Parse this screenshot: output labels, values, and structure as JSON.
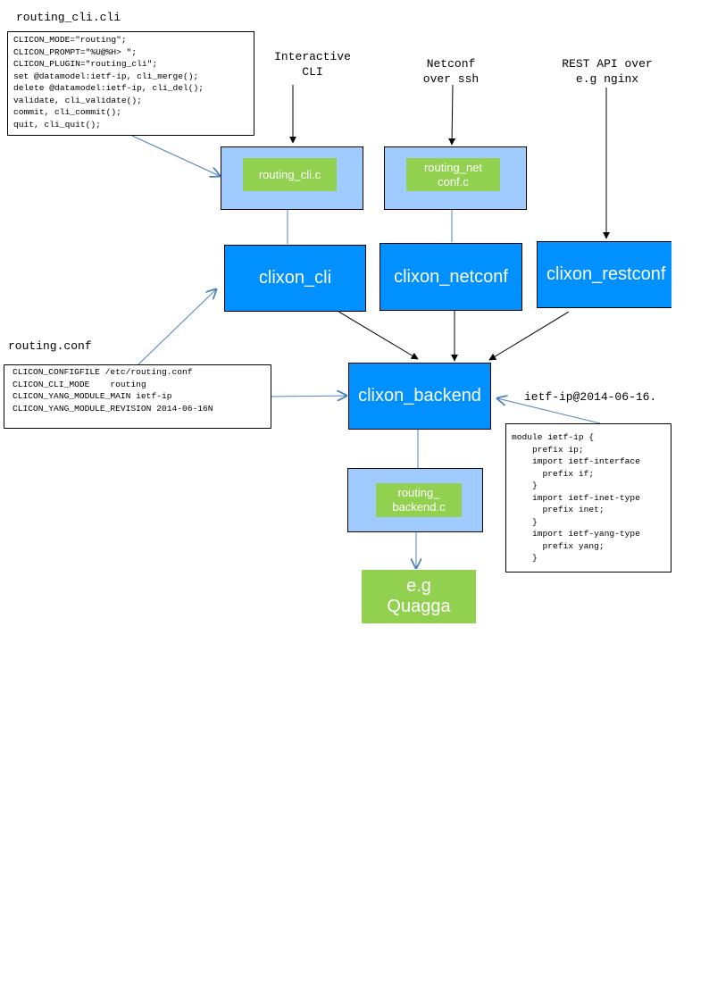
{
  "files": {
    "cli_spec": {
      "title": "routing_cli.cli",
      "lines": [
        "CLICON_MODE=\"routing\";",
        "CLICON_PROMPT=\"%U@%H> \";",
        "CLICON_PLUGIN=\"routing_cli\";",
        "set @datamodel:ietf-ip, cli_merge();",
        "delete @datamodel:ietf-ip, cli_del();",
        "validate, cli_validate();",
        "commit, cli_commit();",
        "quit, cli_quit();"
      ]
    },
    "config": {
      "title": "routing.conf",
      "lines": [
        "CLICON_CONFIGFILE /etc/routing.conf",
        "CLICON_CLI_MODE    routing",
        "CLICON_YANG_MODULE_MAIN ietf-ip",
        "CLICON_YANG_MODULE_REVISION 2014-06-16N"
      ]
    },
    "yang": {
      "title": "ietf-ip@2014-06-16.",
      "lines": [
        "module ietf-ip {",
        "    prefix ip;",
        "    import ietf-interface",
        "      prefix if;",
        "    }",
        "    import ietf-inet-type",
        "      prefix inet;",
        "    }",
        "    import ietf-yang-type",
        "      prefix yang;",
        "    }"
      ]
    }
  },
  "inputs": {
    "interactive_cli": "Interactive\nCLI",
    "netconf": "Netconf\nover ssh",
    "restapi": "REST API over\ne.g nginx"
  },
  "plugins": {
    "cli": "routing_cli.c",
    "netconf": "routing_net\nconf.c",
    "backend": "routing_\nbackend.c"
  },
  "daemons": {
    "cli": "clixon_cli",
    "netconf": "clixon_netconf",
    "restconf": "clixon_restconf",
    "backend": "clixon_backend"
  },
  "target": "e.g\nQuagga",
  "colors": {
    "daemon_fill": "#0090ff",
    "plugin_container": "#9fcbff",
    "plugin_fill": "#92d050",
    "blue_arrow": "#4f81bd",
    "black_arrow": "#000000"
  }
}
